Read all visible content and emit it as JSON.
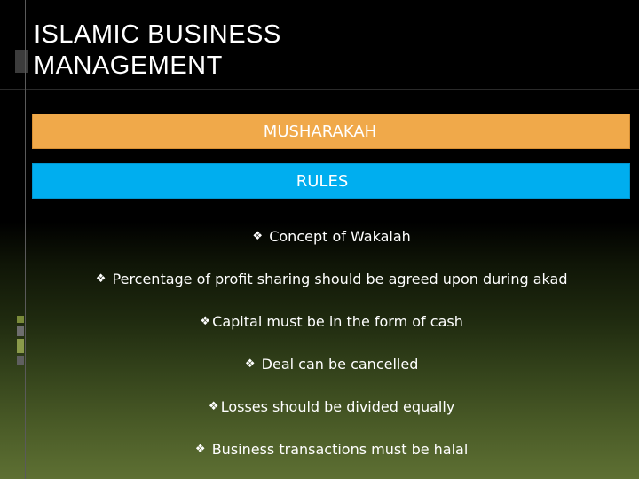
{
  "slide": {
    "title_lines": [
      "ISLAMIC BUSINESS",
      "MANAGEMENT"
    ],
    "header_band": "MUSHARAKAH",
    "subheader_band": "RULES",
    "bullet_glyph": "❖",
    "rules": [
      "Concept of Wakalah",
      "Percentage of profit sharing should be agreed upon during akad",
      "Capital must be in the form of cash",
      "Deal can be cancelled",
      "Losses should be divided equally",
      "Business transactions must be halal"
    ]
  },
  "colors": {
    "orange_band": "#f0a94a",
    "blue_band": "#00aeef",
    "title_background": "#000000",
    "gradient_bottom": "#5e7033"
  },
  "icons": {
    "bullet": "diamond-bullet-icon"
  }
}
